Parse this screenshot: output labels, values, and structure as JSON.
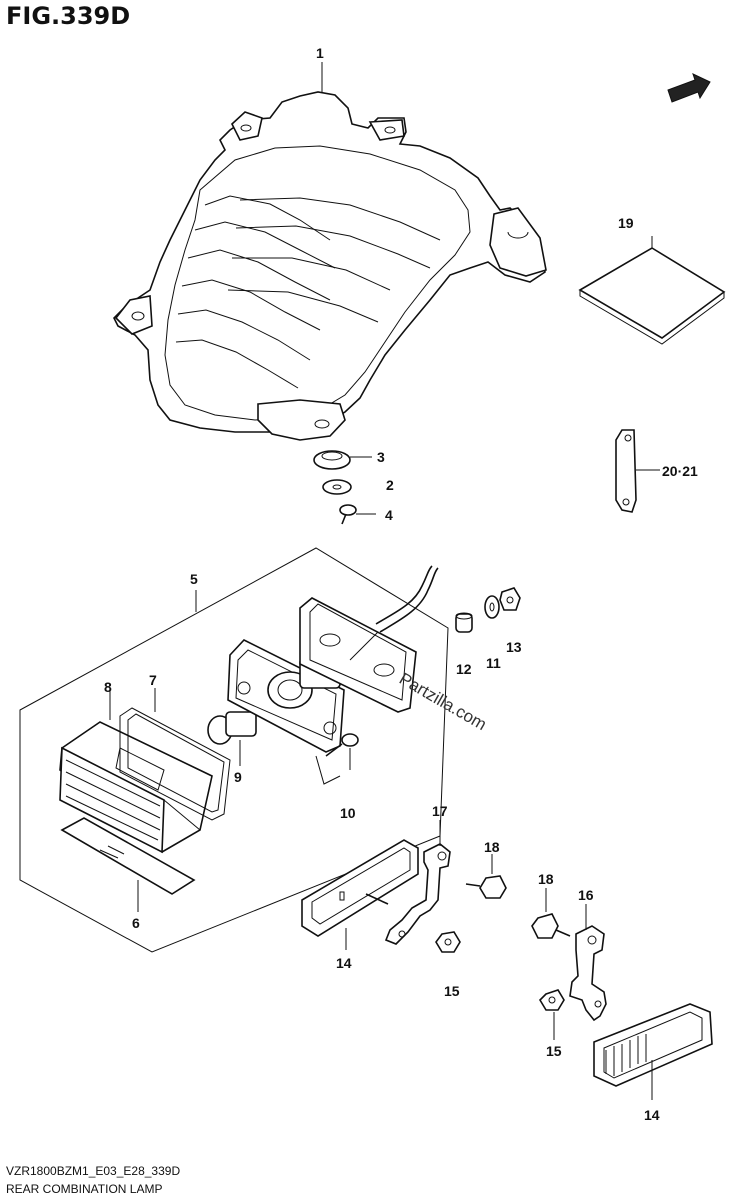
{
  "figure": {
    "title": "FIG.339D",
    "watermark": "Partzilla.com",
    "footer_code": "VZR1800BZM1_E03_E28_339D",
    "footer_name": "REAR COMBINATION LAMP"
  },
  "callouts": {
    "c1": "1",
    "c2": "2",
    "c3": "3",
    "c4": "4",
    "c5": "5",
    "c6": "6",
    "c7": "7",
    "c8": "8",
    "c9": "9",
    "c10": "10",
    "c11": "11",
    "c12": "12",
    "c13": "13",
    "c14a": "14",
    "c14b": "14",
    "c15a": "15",
    "c15b": "15",
    "c16": "16",
    "c17": "17",
    "c18a": "18",
    "c18b": "18",
    "c19": "19",
    "c20_21": "20·21"
  }
}
